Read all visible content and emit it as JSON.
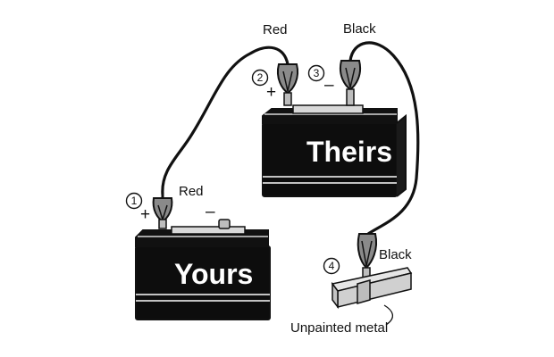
{
  "batteries": {
    "yours": {
      "label": "Yours"
    },
    "theirs": {
      "label": "Theirs"
    }
  },
  "steps": [
    {
      "number": "1",
      "sign": "+",
      "cable_label": "Red"
    },
    {
      "number": "2",
      "sign": "+",
      "cable_label": "Red"
    },
    {
      "number": "3",
      "sign": "–",
      "cable_label": "Black"
    },
    {
      "number": "4",
      "sign": "",
      "cable_label": "Black"
    }
  ],
  "battery_terminal_signs": {
    "yours_negative": "–"
  },
  "ground_label": "Unpainted metal",
  "colors": {
    "ink": "#111111",
    "battery_body": "#0d0d0d",
    "clamp_grey": "#8a8a8a",
    "terminal_grey": "#bdbdbd"
  }
}
